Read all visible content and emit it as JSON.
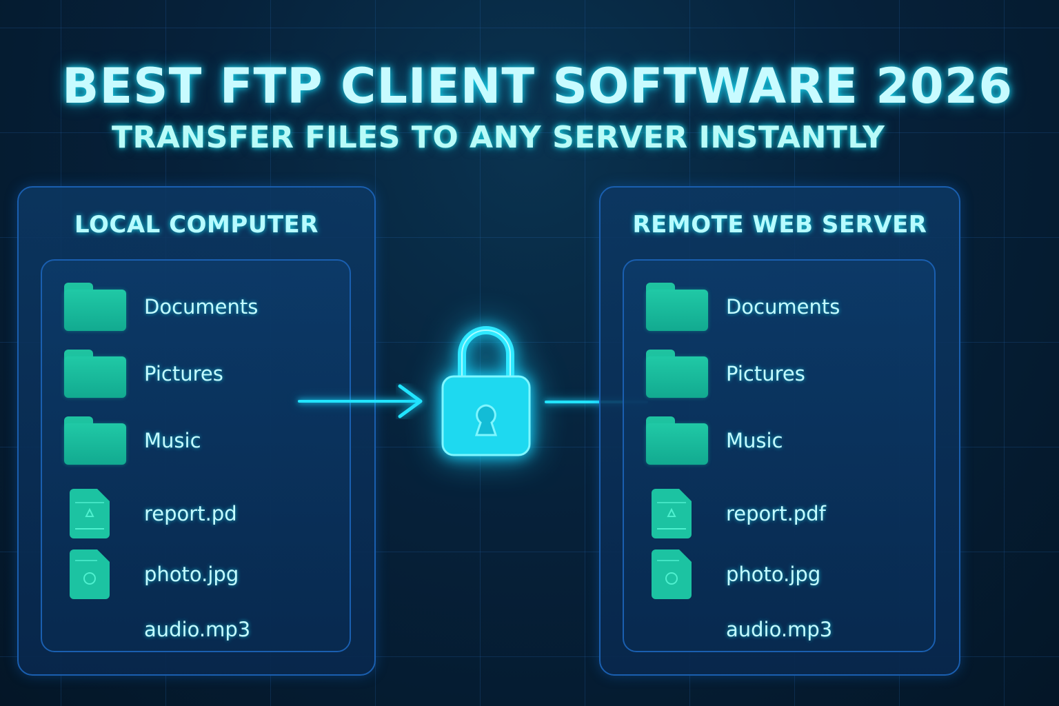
{
  "header": {
    "title": "BEST FTP CLIENT SOFTWARE 2026",
    "subtitle": "TRANSFER FILES TO ANY SERVER INSTANTLY"
  },
  "colors": {
    "background": "#06213a",
    "accent_cyan": "#22e4ff",
    "folder_green": "#1fc3a0",
    "panel_border": "#1a5fb0"
  },
  "local_panel": {
    "title": "LOCAL COMPUTER",
    "items": [
      {
        "type": "folder",
        "icon": "folder-icon",
        "label": "Documents"
      },
      {
        "type": "folder",
        "icon": "folder-icon",
        "label": "Pictures"
      },
      {
        "type": "folder",
        "icon": "folder-icon",
        "label": "Music"
      },
      {
        "type": "file",
        "icon": "pdf-file-icon",
        "label": "report.pd"
      },
      {
        "type": "file",
        "icon": "image-file-icon",
        "label": "photo.jpg"
      },
      {
        "type": "file",
        "icon": "none",
        "label": "audio.mp3"
      }
    ]
  },
  "remote_panel": {
    "title": "REMOTE WEB SERVER",
    "items": [
      {
        "type": "folder",
        "icon": "folder-icon",
        "label": "Documents"
      },
      {
        "type": "folder",
        "icon": "folder-icon",
        "label": "Pictures"
      },
      {
        "type": "folder",
        "icon": "folder-icon",
        "label": "Music"
      },
      {
        "type": "file",
        "icon": "pdf-file-icon",
        "label": "report.pdf"
      },
      {
        "type": "file",
        "icon": "image-file-icon",
        "label": "photo.jpg"
      },
      {
        "type": "file",
        "icon": "none",
        "label": "audio.mp3"
      }
    ]
  },
  "connector": {
    "icon": "padlock-icon",
    "meaning": "secure transfer"
  }
}
